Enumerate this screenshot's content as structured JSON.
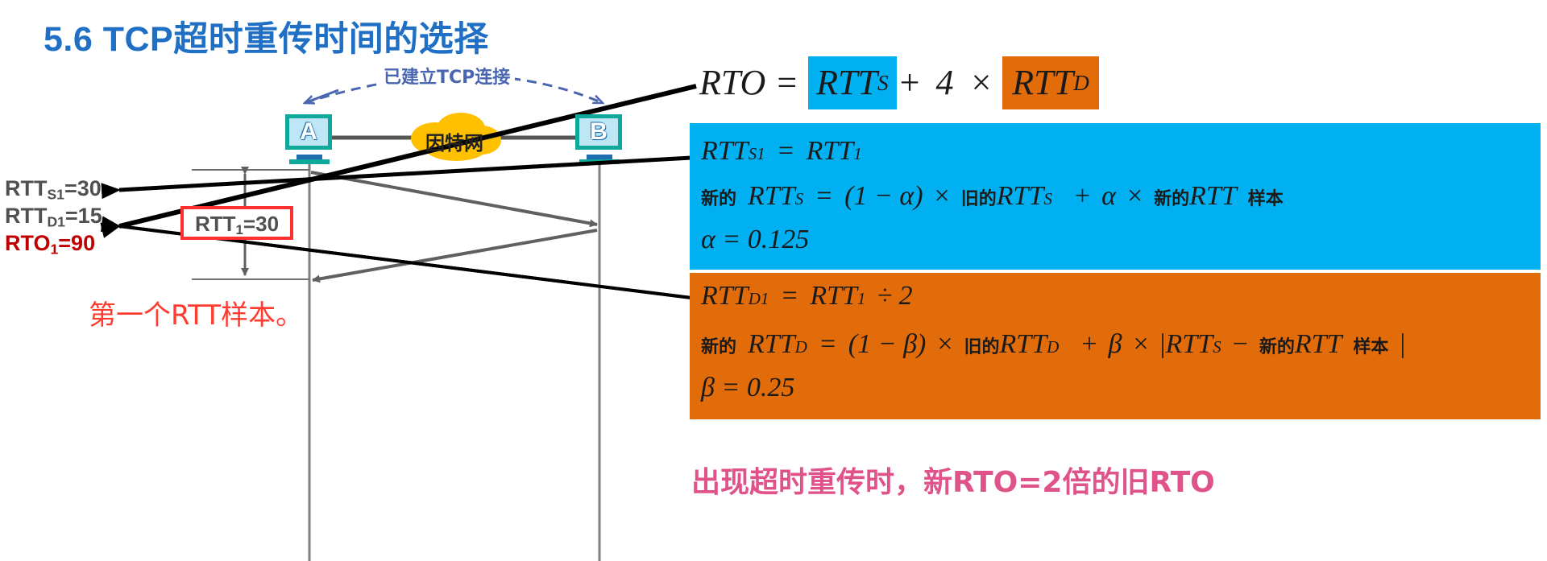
{
  "title": "5.6 TCP超时重传时间的选择",
  "diagram": {
    "connection_label": "已建立TCP连接",
    "node_a": "A",
    "node_b": "B",
    "network_label": "因特网",
    "rtt_box": {
      "prefix": "RTT",
      "sub": "1",
      "suffix": "=30"
    },
    "rtts1": {
      "prefix": "RTT",
      "sub": "S1",
      "suffix": "=30"
    },
    "rttd1": {
      "prefix": "RTT",
      "sub": "D1",
      "suffix": "=15"
    },
    "rto1": {
      "prefix": "RTO",
      "sub": "1",
      "suffix": "=90"
    },
    "first_sample_note": "第一个RTT样本。",
    "colors": {
      "node_border": "#10a89a",
      "arrow_gray": "#606060",
      "label_red": "#c00000",
      "box_red": "#ff3030"
    }
  },
  "formula_top": {
    "lhs": "RTO",
    "eq": "=",
    "rtts": "RTT",
    "rtts_sub": "S",
    "plus": "+",
    "four": "4",
    "times": "×",
    "rttd": "RTT",
    "rttd_sub": "D"
  },
  "blue_panel": {
    "color": "#00b0f0",
    "line1": {
      "lhs": "RTT",
      "lhs_sub": "S1",
      "eq": "=",
      "rhs": "RTT",
      "rhs_sub": "1"
    },
    "line2": {
      "new": "新的",
      "var": "RTT",
      "sub": "S",
      "eq": "=",
      "factor": "(1 − α)",
      "times": "×",
      "old": "旧的",
      "var2": "RTT",
      "sub2": "S",
      "plus": "+",
      "alpha": "α",
      "times2": "×",
      "new2": "新的",
      "var3": "RTT",
      "sample": "样本"
    },
    "line3": "α = 0.125"
  },
  "orange_panel": {
    "color": "#e36c0a",
    "line1": {
      "lhs": "RTT",
      "lhs_sub": "D1",
      "eq": "=",
      "rhs": "RTT",
      "rhs_sub": "1",
      "div": "÷ 2"
    },
    "line2": {
      "new": "新的",
      "var": "RTT",
      "sub": "D",
      "eq": "=",
      "factor": "(1 − β)",
      "times": "×",
      "old": "旧的",
      "var2": "RTT",
      "sub2": "D",
      "plus": "+",
      "beta": "β",
      "times2": "×",
      "abs_open": "|",
      "var3": "RTT",
      "sub3": "S",
      "minus": "−",
      "new2": "新的",
      "var4": "RTT",
      "sample": "样本",
      "abs_close": "|"
    },
    "line3": "β = 0.25"
  },
  "bottom_note": "出现超时重传时，新RTO=2倍的旧RTO"
}
